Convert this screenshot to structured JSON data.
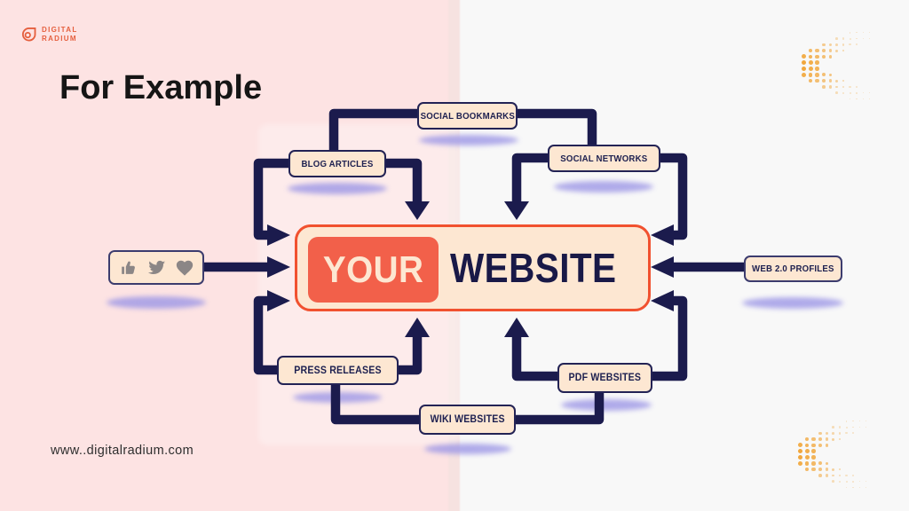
{
  "brand": {
    "line1": "DIGITAL",
    "line2": "RADIUM"
  },
  "heading": "For Example",
  "footer_url": "www..digitalradium.com",
  "colors": {
    "background_left": "#fde3e3",
    "background_right": "#f8f8f8",
    "navy": "#1b1b4d",
    "cream": "#fde7d2",
    "orange": "#f2604a",
    "orange_border": "#f1512f",
    "shadow_purple": "#9d97e6",
    "dots_accent": "#f0a436",
    "icon_gray": "#8b8686",
    "brand": "#e55f3e"
  },
  "diagram": {
    "center": {
      "highlight": "YOUR",
      "rest": "WEBSITE"
    },
    "nodes": {
      "social_bookmarks": "SOCIAL BOOKMARKS",
      "blog_articles": "BLOG ARTICLES",
      "social_networks": "SOCIAL NETWORKS",
      "web20_profiles": "WEB 2.0 PROFILES",
      "press_releases": "PRESS RELEASES",
      "pdf_websites": "PDF WEBSITES",
      "wiki_websites": "WIKI WEBSITES"
    },
    "engagement_icons": [
      "thumbs-up-icon",
      "twitter-bird-icon",
      "heart-icon"
    ]
  }
}
